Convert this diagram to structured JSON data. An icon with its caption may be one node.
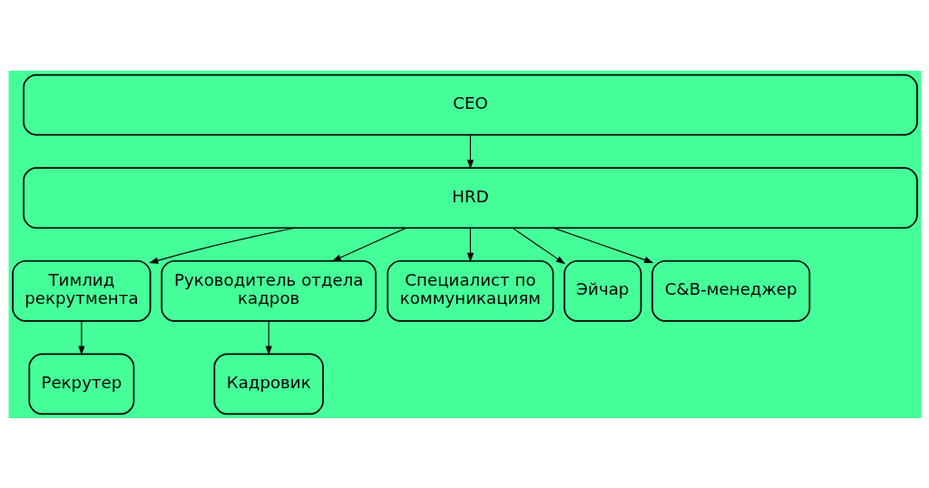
{
  "diagram": {
    "nodes": [
      {
        "text": [
          "CEO"
        ]
      },
      {
        "text": [
          "HRD"
        ]
      },
      {
        "text": [
          "Тимлид рекрутмента"
        ]
      },
      {
        "text": [
          "Руководитель отдела кадров"
        ]
      },
      {
        "text": [
          "Специалист по коммуникациям"
        ]
      },
      {
        "text": [
          "Эйчар"
        ]
      },
      {
        "text": [
          "C&B-менеджер"
        ]
      },
      {
        "text": [
          "Рекрутер"
        ]
      },
      {
        "text": [
          "Кадровик"
        ]
      }
    ],
    "edges": [
      {
        "from": 0,
        "to": 1,
        "arrow": "to"
      },
      {
        "from": 1,
        "to": 2,
        "arrow": "to"
      },
      {
        "from": 1,
        "to": 3,
        "arrow": "to"
      },
      {
        "from": 1,
        "to": 4,
        "arrow": "to"
      },
      {
        "from": 1,
        "to": 5,
        "arrow": "to"
      },
      {
        "from": 1,
        "to": 6,
        "arrow": "to"
      },
      {
        "from": 2,
        "to": 7,
        "arrow": "to"
      },
      {
        "from": 3,
        "to": 8,
        "arrow": "to"
      }
    ]
  }
}
